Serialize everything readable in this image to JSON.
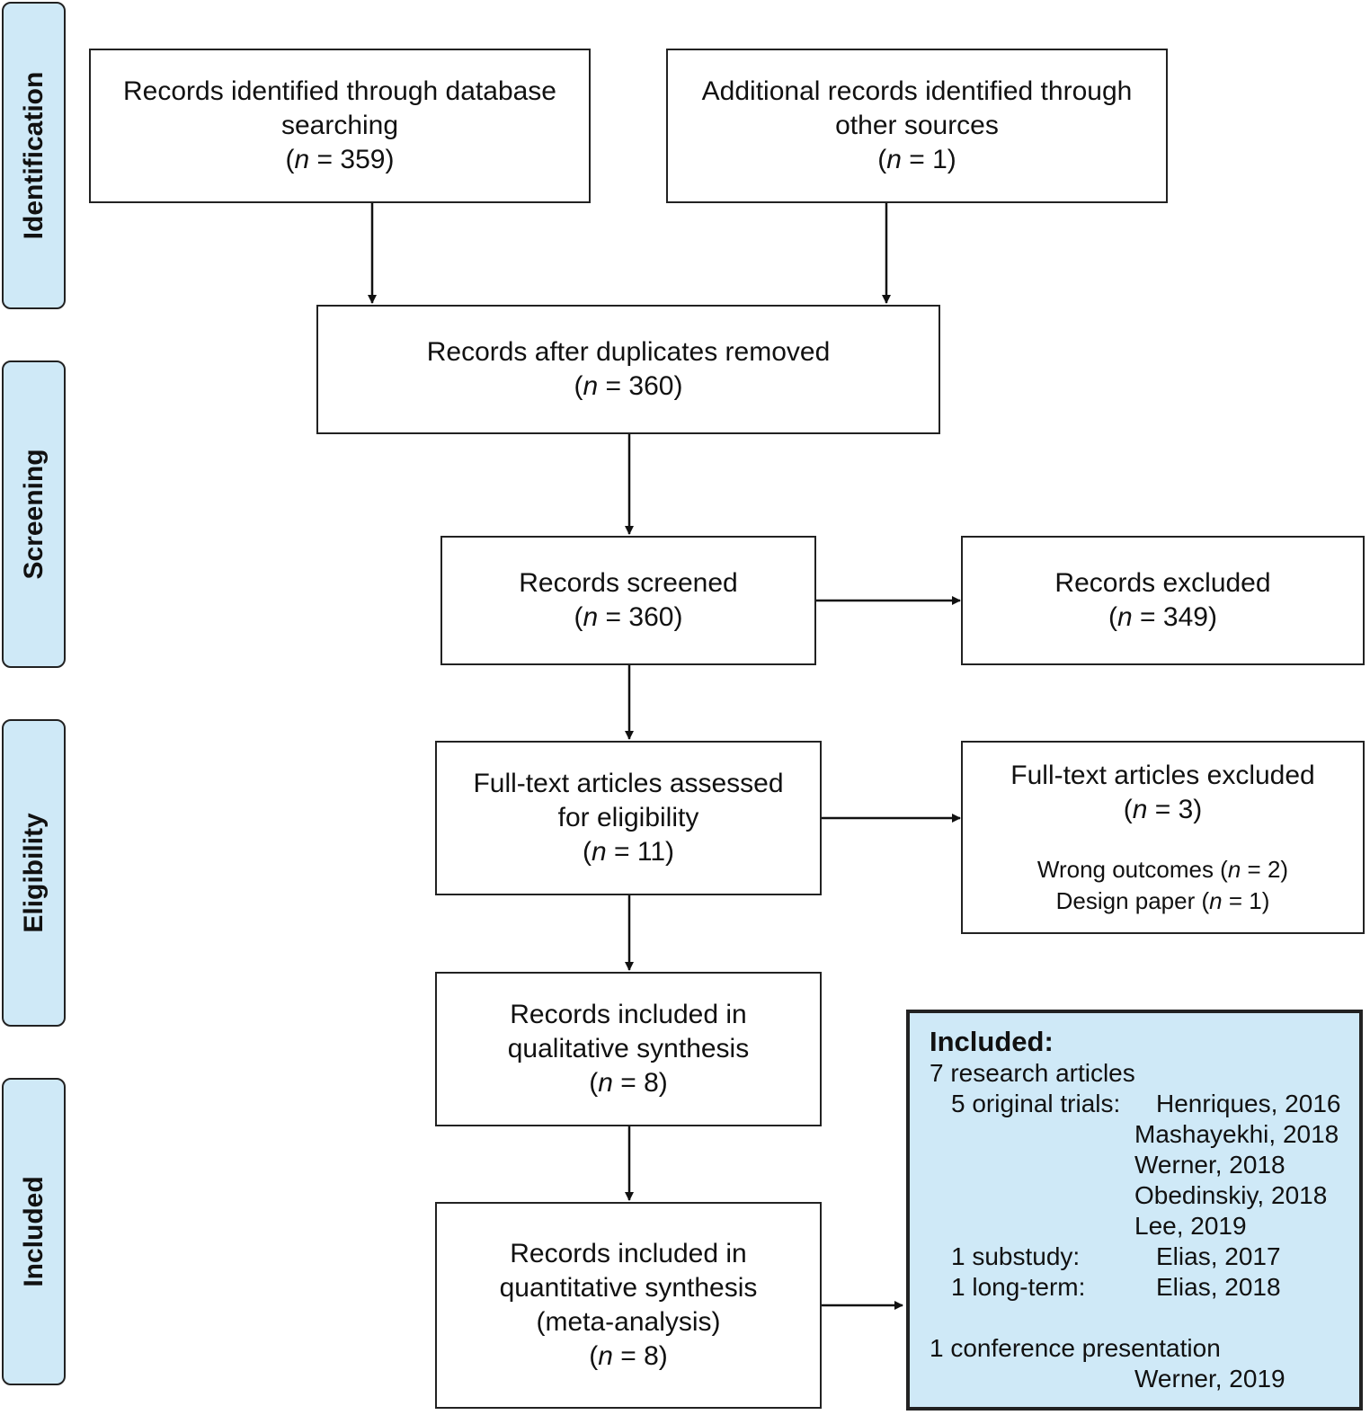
{
  "phases": {
    "identification": "Identification",
    "screening": "Screening",
    "eligibility": "Eligibility",
    "included": "Included"
  },
  "boxes": {
    "database": {
      "line1": "Records identified through database",
      "line2": "searching",
      "count": "359"
    },
    "other_sources": {
      "line1": "Additional records identified through",
      "line2": "other sources",
      "count": "1"
    },
    "duplicates_removed": {
      "line1": "Records after duplicates removed",
      "count": "360"
    },
    "screened": {
      "line1": "Records screened",
      "count": "360"
    },
    "excluded": {
      "line1": "Records excluded",
      "count": "349"
    },
    "fulltext_assessed": {
      "line1": "Full-text articles assessed",
      "line2": "for eligibility",
      "count": "11"
    },
    "fulltext_excluded": {
      "line1": "Full-text articles excluded",
      "count": "3",
      "reason1": "Wrong outcomes",
      "reason1_count": "2",
      "reason2": "Design paper",
      "reason2_count": "1"
    },
    "qualitative": {
      "line1": "Records included in",
      "line2": "qualitative synthesis",
      "count": "8"
    },
    "quantitative": {
      "line1": "Records included in",
      "line2": "quantitative synthesis",
      "line3": "(meta-analysis)",
      "count": "8"
    }
  },
  "count_symbol": "n",
  "summary": {
    "heading": "Included:",
    "research": "7 research articles",
    "trials_label": "5 original trials:",
    "trials": [
      "Henriques, 2016",
      "Mashayekhi, 2018",
      "Werner, 2018",
      "Obedinskiy, 2018",
      "Lee, 2019"
    ],
    "substudy_label": "1 substudy:",
    "substudy": "Elias, 2017",
    "longterm_label": "1 long-term:",
    "longterm": "Elias, 2018",
    "conference": "1 conference presentation",
    "conference_ref": "Werner, 2019"
  },
  "colors": {
    "phase_fill": "#cfe9f7",
    "line": "#222222"
  }
}
